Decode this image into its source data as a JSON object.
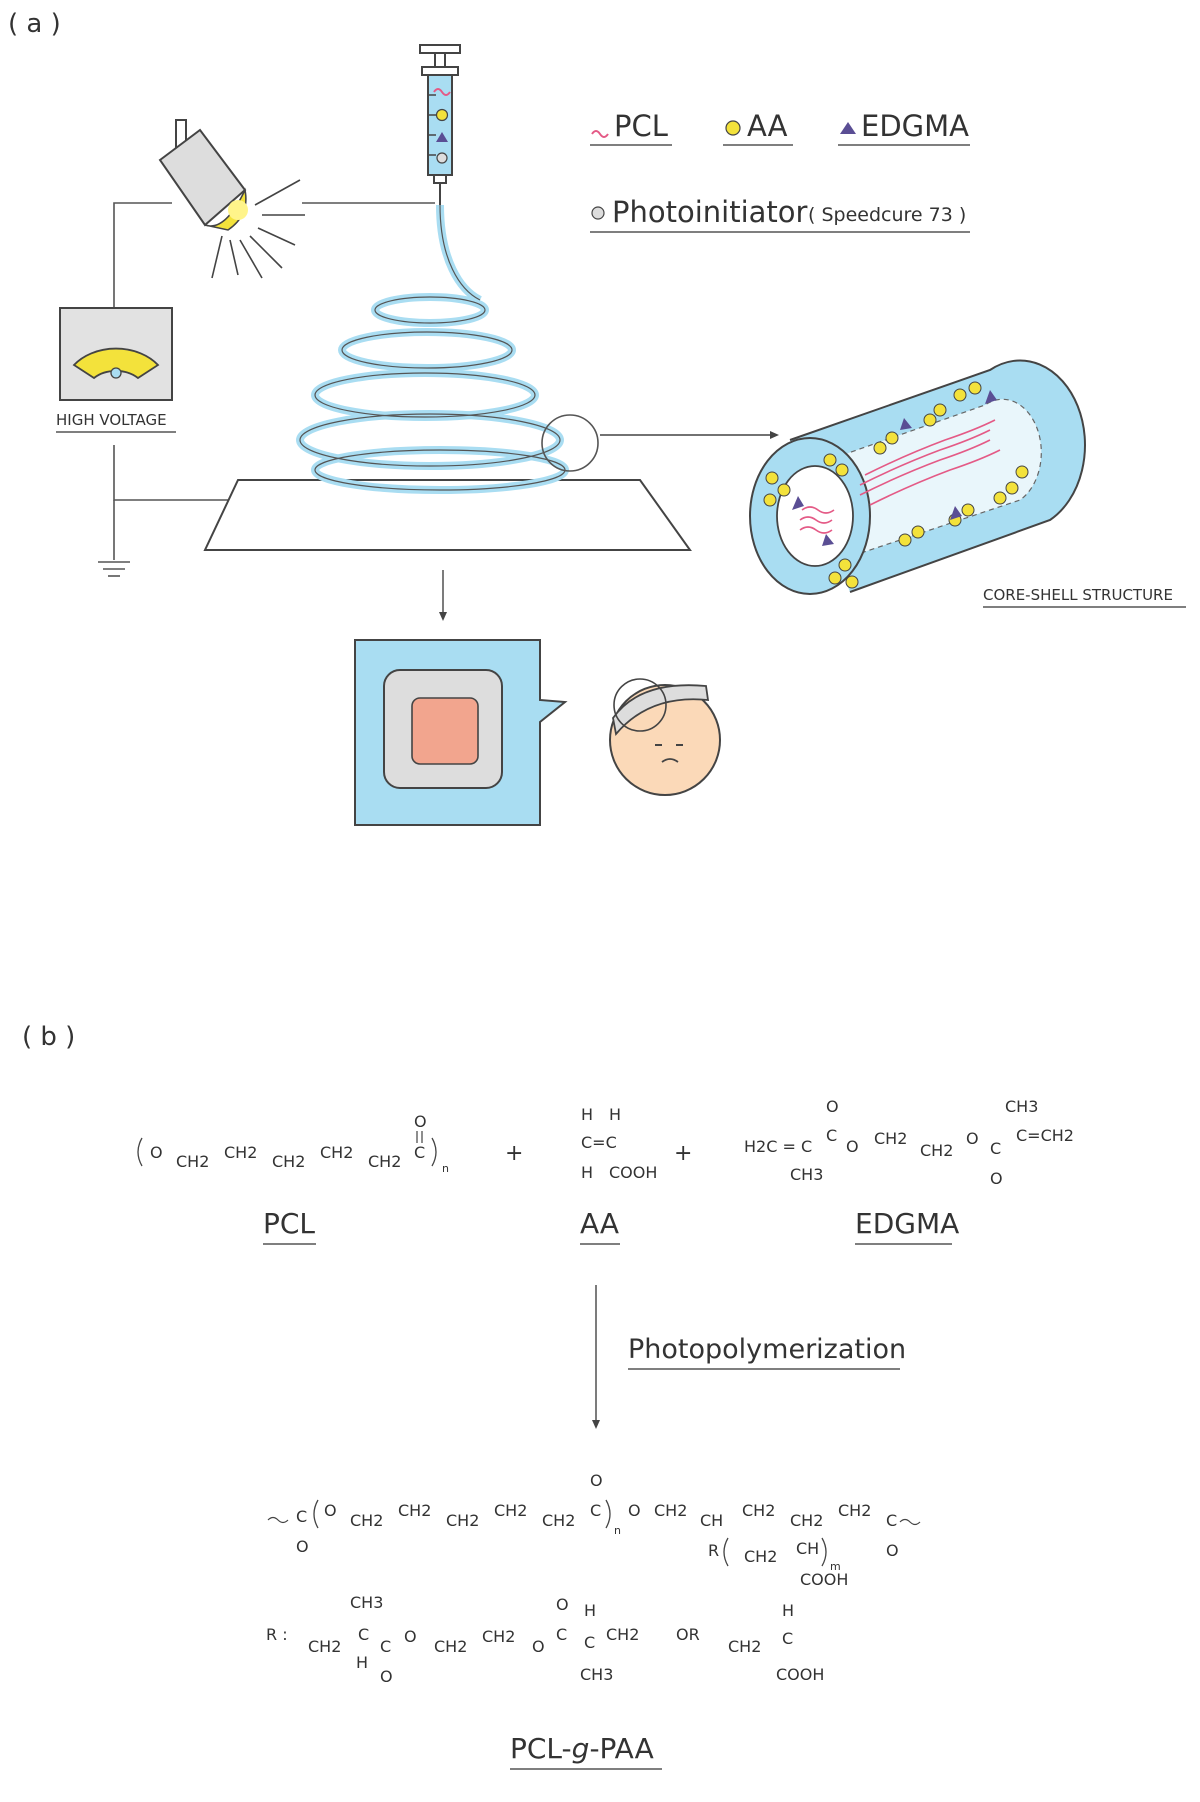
{
  "panel_a": {
    "label": "( a )",
    "legend": {
      "pcl": "PCL",
      "aa": "AA",
      "edgma": "EDGMA",
      "photoinitiator": "Photoinitiator",
      "photoinitiator_note": "( Speedcure 73 )"
    },
    "high_voltage_label": "HIGH  VOLTAGE",
    "core_shell_label": "CORE-SHELL STRUCTURE",
    "colors": {
      "pcl": "#e45a86",
      "aa": "#f3e23b",
      "edgma": "#5a4e94",
      "fiber": "#a9ddf2",
      "bandage": "#f2a58e"
    }
  },
  "panel_b": {
    "label": "( b )",
    "reactants": {
      "pcl_label": "PCL",
      "aa_label": "AA",
      "edgma_label": "EDGMA",
      "plus": "+"
    },
    "arrow_label": "Photopolymerization",
    "product_label_pre": "PCL-",
    "product_label_g": "g",
    "product_label_post": "-PAA",
    "r_equals": "R :",
    "or_text": "OR",
    "chem": {
      "O": "O",
      "C": "C",
      "CH2": "CH2",
      "CH": "CH",
      "CH3": "CH3",
      "H": "H",
      "COOH": "COOH",
      "n": "n",
      "m": "m",
      "R": "R",
      "eq": "=",
      "H2C": "H2C",
      "H2Ceq": "H2C = C",
      "CeqCH2": "C=CH2",
      "CeqC": "C=C"
    }
  }
}
